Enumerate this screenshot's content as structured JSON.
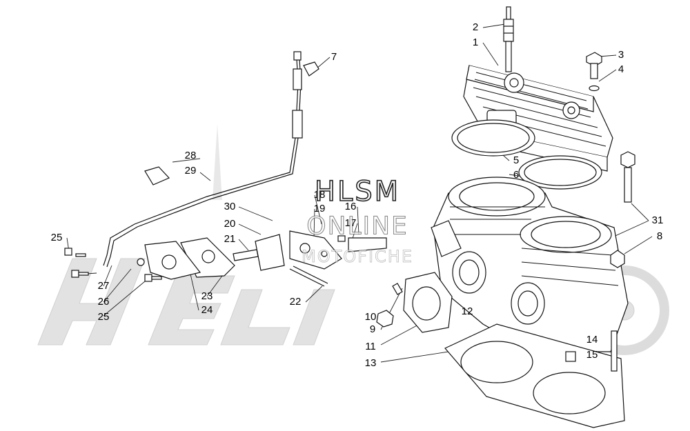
{
  "diagram": {
    "part_labels": [
      "1",
      "2",
      "3",
      "4",
      "5",
      "6",
      "7",
      "8",
      "9",
      "10",
      "11",
      "12",
      "13",
      "14",
      "15",
      "16",
      "17",
      "18",
      "19",
      "20",
      "21",
      "22",
      "23",
      "24",
      "25",
      "25",
      "26",
      "27",
      "28",
      "29",
      "30",
      "31"
    ]
  },
  "watermark": {
    "title": "HLSM",
    "online": "ONLINE",
    "sub": "MOTOFICHE"
  },
  "colors": {
    "line": "#1a1a1a",
    "watermark": "#d8d8d8"
  }
}
